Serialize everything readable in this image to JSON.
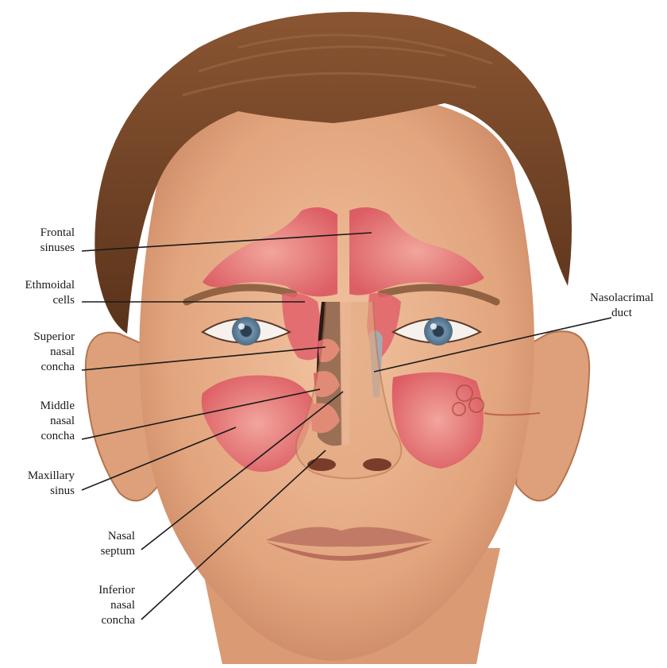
{
  "labels": {
    "frontal_sinuses": [
      "Frontal",
      "sinuses"
    ],
    "ethmoidal_cells": [
      "Ethmoidal",
      "cells"
    ],
    "superior_nasal_concha": [
      "Superior",
      "nasal",
      "concha"
    ],
    "middle_nasal_concha": [
      "Middle",
      "nasal",
      "concha"
    ],
    "maxillary_sinus": [
      "Maxillary",
      "sinus"
    ],
    "nasal_septum": [
      "Nasal",
      "septum"
    ],
    "inferior_nasal_concha": [
      "Inferior",
      "nasal",
      "concha"
    ],
    "nasolacrimal_duct": [
      "Nasolacrimal",
      "duct"
    ]
  },
  "colors": {
    "skin": "#e7b08c",
    "skin_shadow": "#c98662",
    "hair": "#7a4a2a",
    "hair_dark": "#4e2c17",
    "sinus": "#e0606a",
    "sinus_light": "#f09a96",
    "leader_line": "#1a1a1a",
    "iris": "#5c7f9a",
    "duct": "#a6a9b2"
  }
}
